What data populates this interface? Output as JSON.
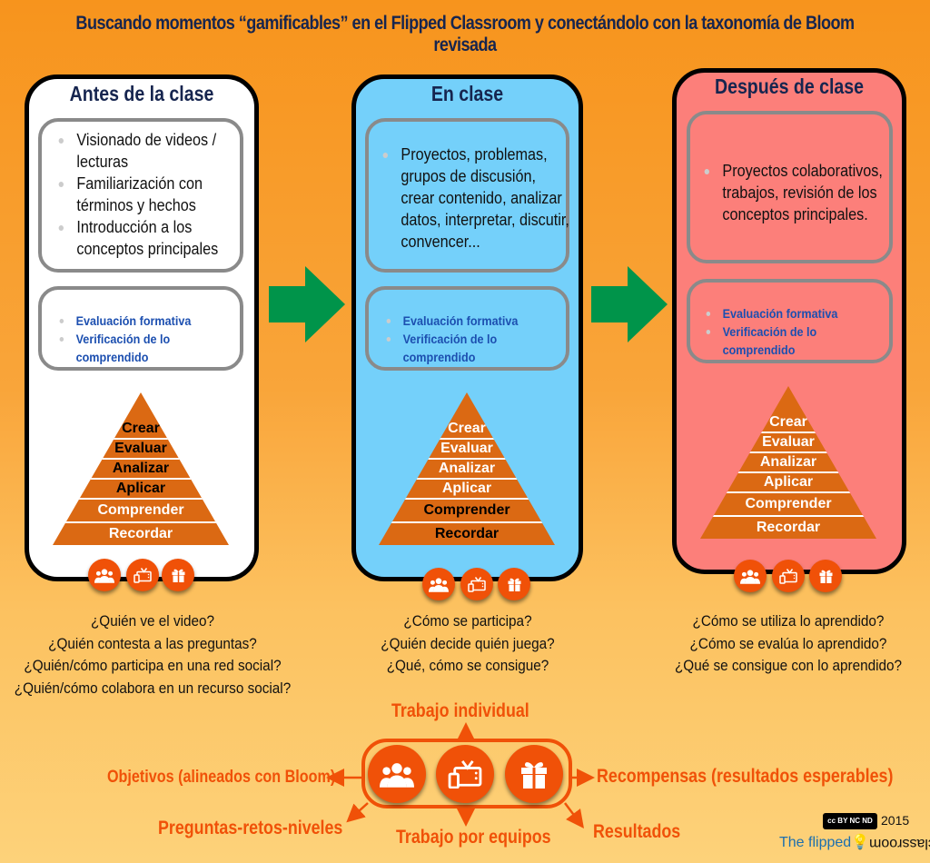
{
  "title": "Buscando momentos “gamificables” en el Flipped Classroom y conectándolo con la taxonomía de Bloom revisada",
  "panels": [
    {
      "title": "Antes de la clase",
      "color": "#ffffff",
      "items": [
        "Visionado de videos / lecturas",
        "Familiarización con términos y hechos",
        "Introducción a los conceptos principales"
      ],
      "eval": [
        "Evaluación formativa",
        "Verificación de lo comprendido"
      ],
      "questions": [
        "¿Quién ve el video?",
        "¿Quién contesta a las preguntas?",
        "¿Quién/cómo participa en una red social?",
        "¿Quién/cómo colabora en un recurso social?"
      ]
    },
    {
      "title": "En clase",
      "color": "#74d0fa",
      "items": [
        "Proyectos, problemas, grupos de discusión, crear contenido, analizar datos, interpretar, discutir, convencer..."
      ],
      "eval": [
        "Evaluación formativa",
        "Verificación de lo comprendido"
      ],
      "questions": [
        "¿Cómo se participa?",
        "¿Quién decide quién juega?",
        "¿Qué, cómo se consigue?"
      ]
    },
    {
      "title": "Después de clase",
      "color": "#fc7f7a",
      "items": [
        "Proyectos colaborativos, trabajos, revisión de los conceptos principales."
      ],
      "eval": [
        "Evaluación formativa",
        "Verificación de lo comprendido"
      ],
      "questions": [
        "¿Cómo se utiliza lo aprendido?",
        "¿Cómo se evalúa lo aprendido?",
        "¿Qué se consigue con lo aprendido?"
      ]
    }
  ],
  "bloom": [
    "Crear",
    "Evaluar",
    "Analizar",
    "Aplicar",
    "Comprender",
    "Recordar"
  ],
  "icons": [
    "people-icon",
    "tv-mobile-icon",
    "gift-icon"
  ],
  "legend": {
    "top": "Trabajo individual",
    "left": "Objetivos (alineados  con Bloom)",
    "right": "Recompensas (resultados esperables)",
    "bottom_left": "Preguntas-retos-niveles",
    "bottom": "Trabajo por equipos",
    "bottom_right": "Resultados"
  },
  "footer": {
    "license": "cc BY NC ND",
    "year": "2015",
    "brand_left": "The flipped",
    "brand_right": "classroom"
  },
  "colors": {
    "accent": "#f05108",
    "title": "#16254f",
    "arrow": "#00944a",
    "pyramid": "#db6913"
  }
}
